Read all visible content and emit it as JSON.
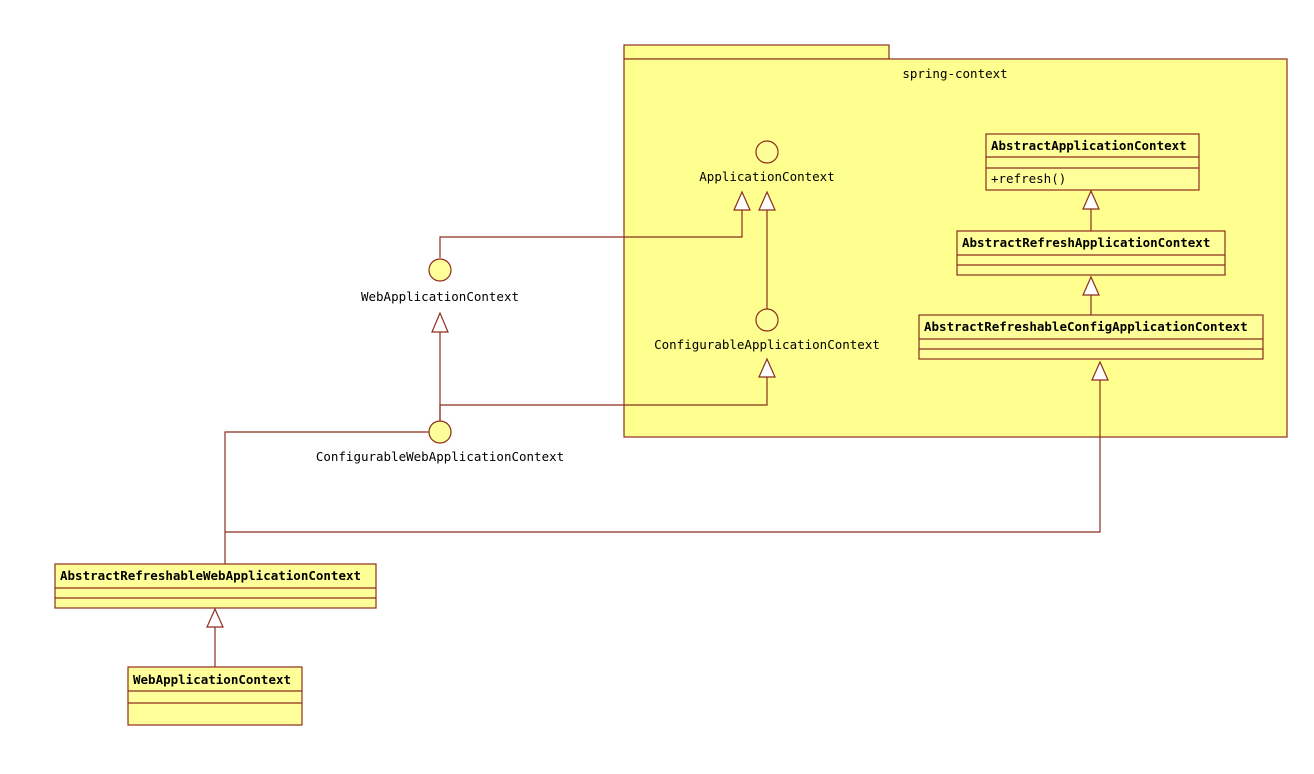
{
  "package": {
    "name": "spring-context"
  },
  "interfaces": {
    "application_context": "ApplicationContext",
    "configurable_application_context": "ConfigurableApplicationContext",
    "web_application_context": "WebApplicationContext",
    "configurable_web_application_context": "ConfigurableWebApplicationContext"
  },
  "classes": {
    "abstract_application_context": {
      "name": "AbstractApplicationContext",
      "member": "+refresh()"
    },
    "abstract_refresh_application_context": {
      "name": "AbstractRefreshApplicationContext"
    },
    "abstract_refreshable_config_application_context": {
      "name": "AbstractRefreshableConfigApplicationContext"
    },
    "abstract_refreshable_web_application_context": {
      "name": "AbstractRefreshableWebApplicationContext"
    },
    "web_application_context_class": {
      "name": "WebApplicationContext"
    }
  },
  "colors": {
    "stroke": "#8b2e1e",
    "fill": "#ffff99"
  }
}
